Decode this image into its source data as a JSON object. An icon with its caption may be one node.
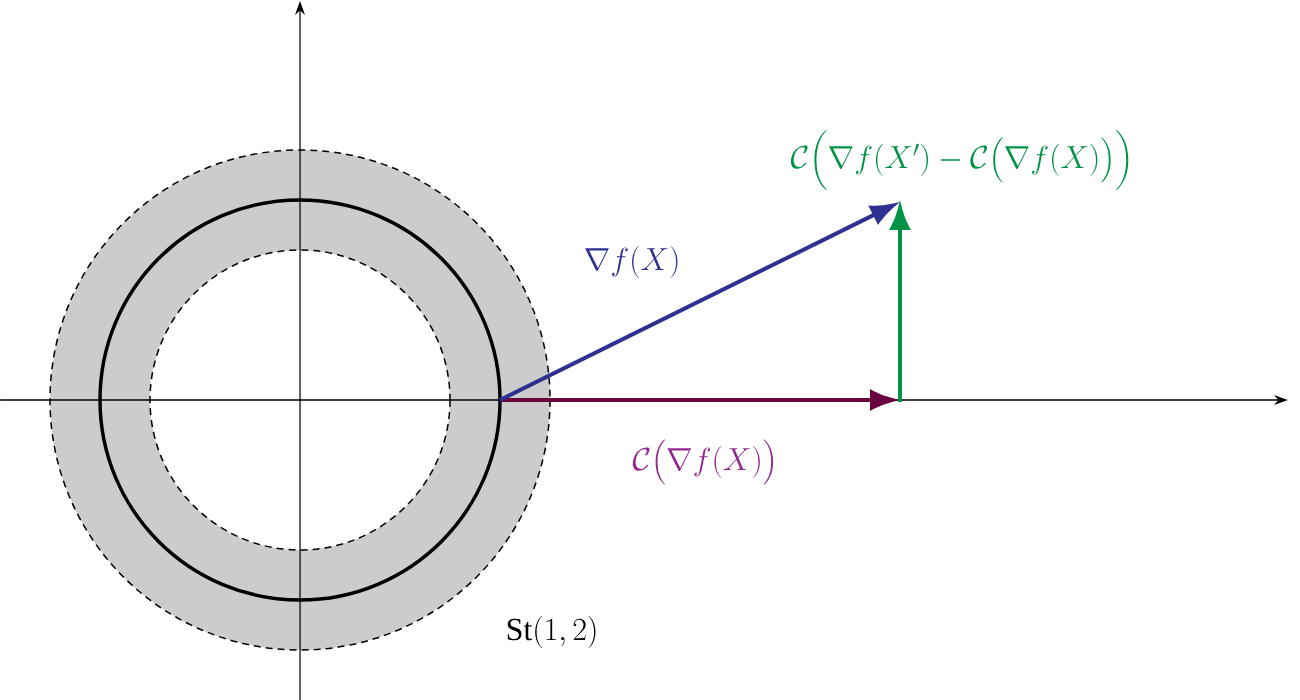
{
  "diagram": {
    "labels": [
      "\\mathcal{C}\\Big(\\nabla f(X') - \\mathcal{C}\\big(\\nabla f(X)\\big)\\Big)",
      "\\nabla f(X)",
      "\\mathcal{C}\\big(\\nabla f(X)\\big)",
      "\\mathrm{St}(1,2)"
    ]
  }
}
